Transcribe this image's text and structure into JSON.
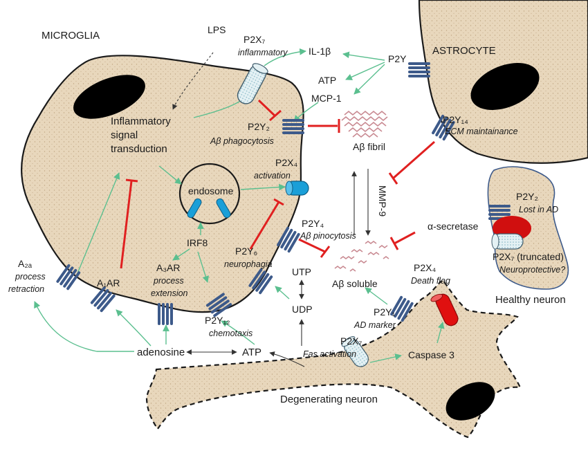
{
  "cells": {
    "microglia": "MICROGLIA",
    "astrocyte": "ASTROCYTE",
    "healthy_neuron": "Healthy neuron",
    "degenerating_neuron": "Degenerating neuron",
    "endosome": "endosome"
  },
  "receptors": {
    "p2x7_top": "P2X₇",
    "p2x7_top_sub": "inflammatory",
    "p2y2": "P2Y₂",
    "p2y2_sub": "Aβ phagocytosis",
    "p2x4": "P2X₄",
    "p2x4_sub": "activation",
    "p2y4": "P2Y₄",
    "p2y4_sub": "Aβ pinocytosis",
    "p2y6": "P2Y₆",
    "p2y6_sub": "neurophagia",
    "p2y12": "P2Y₁₂",
    "p2y12_sub": "chemotaxis",
    "a3ar": "A₃AR",
    "a3ar_sub1": "process",
    "a3ar_sub2": "extension",
    "a1ar": "A₁AR",
    "a2a": "A₂ₐ",
    "a2a_sub1": "process",
    "a2a_sub2": "retraction",
    "p2y_astro": "P2Y",
    "p2y14": "P2Y₁₄",
    "p2y14_sub": "ECM maintainance",
    "p2y2_healthy": "P2Y₂",
    "p2y2_healthy_sub": "Lost in AD",
    "p2x7_trunc": "P2X₇ (truncated)",
    "p2x7_trunc_sub": "Neuroprotective?",
    "p2x4_neuron": "P2X₄",
    "p2x4_neuron_sub": "Death flag",
    "p2y1": "P2Y₁",
    "p2y1_sub": "AD marker",
    "p2x7_neuron": "P2X₇",
    "p2x7_neuron_sub": "Fas activation"
  },
  "molecules": {
    "lps": "LPS",
    "il1b": "IL-1β",
    "atp_top": "ATP",
    "mcp1": "MCP-1",
    "ab_fibril": "Aβ fibril",
    "ab_soluble": "Aβ soluble",
    "mmp9": "MMP-9",
    "alpha_secretase": "α-secretase",
    "irf8": "IRF8",
    "inflammatory_signal_1": "Inflammatory",
    "inflammatory_signal_2": "signal",
    "inflammatory_signal_3": "transduction",
    "utp": "UTP",
    "udp": "UDP",
    "adenosine": "adenosine",
    "atp_bottom": "ATP",
    "caspase3": "Caspase 3"
  },
  "colors": {
    "cell_fill": "#e8d7bc",
    "receptor_blue": "#3d5a8a",
    "channel_cyan": "#1a9fd8",
    "death_red": "#e01010",
    "activation_green": "#5bbf8f",
    "inhibition_red": "#e02020",
    "amyloid_pink": "#c98a92"
  }
}
